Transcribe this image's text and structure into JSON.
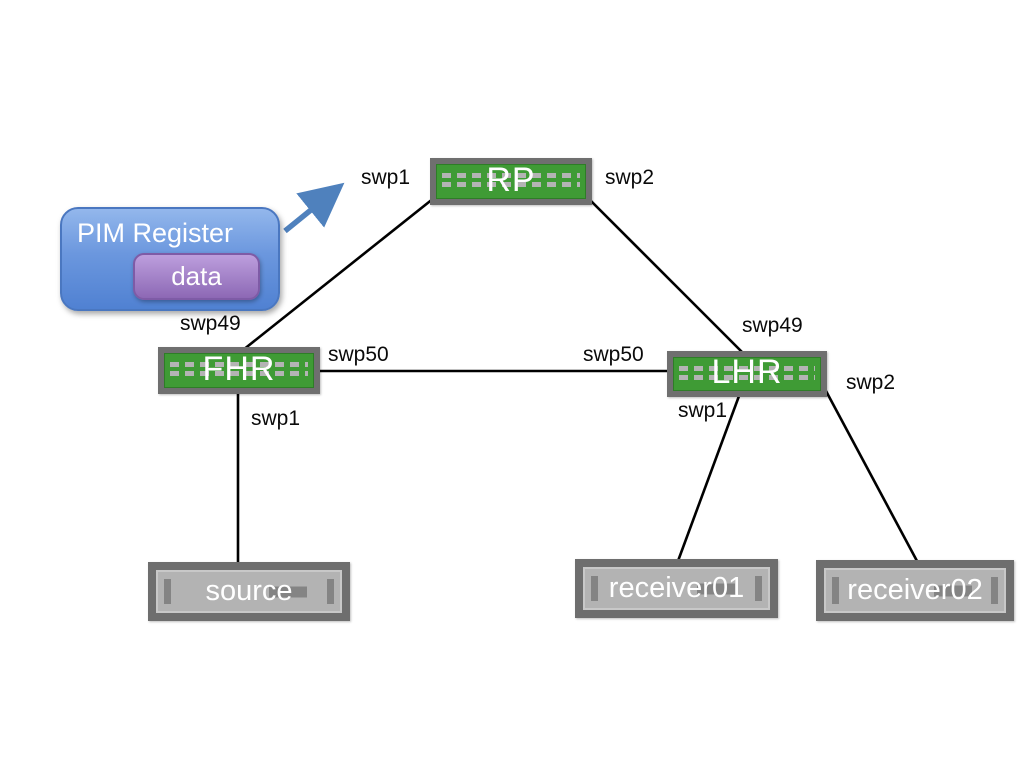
{
  "nodes": {
    "rp": {
      "label": "RP",
      "type": "switch"
    },
    "fhr": {
      "label": "FHR",
      "type": "switch"
    },
    "lhr": {
      "label": "LHR",
      "type": "switch"
    },
    "source": {
      "label": "source",
      "type": "host"
    },
    "receiver01": {
      "label": "receiver01",
      "type": "host"
    },
    "receiver02": {
      "label": "receiver02",
      "type": "host"
    }
  },
  "ports": {
    "rp_swp1": "swp1",
    "rp_swp2": "swp2",
    "fhr_swp49": "swp49",
    "fhr_swp50": "swp50",
    "fhr_swp1": "swp1",
    "lhr_swp50": "swp50",
    "lhr_swp49": "swp49",
    "lhr_swp1": "swp1",
    "lhr_swp2": "swp2"
  },
  "callout": {
    "title": "PIM Register",
    "tag": "data"
  },
  "edges": [
    {
      "from": "FHR",
      "from_port": "swp49",
      "to": "RP",
      "to_port": "swp1"
    },
    {
      "from": "RP",
      "from_port": "swp2",
      "to": "LHR",
      "to_port": "swp49"
    },
    {
      "from": "FHR",
      "from_port": "swp50",
      "to": "LHR",
      "to_port": "swp50"
    },
    {
      "from": "FHR",
      "from_port": "swp1",
      "to": "source",
      "to_port": ""
    },
    {
      "from": "LHR",
      "from_port": "swp1",
      "to": "receiver01",
      "to_port": ""
    },
    {
      "from": "LHR",
      "from_port": "swp2",
      "to": "receiver02",
      "to_port": ""
    }
  ],
  "colors": {
    "switch_green": "#3f9b35",
    "frame_gray": "#6f6f6f",
    "dash_gray": "#b4b4b4",
    "host_frame": "#6e6e6e",
    "host_panel": "#b3b3b3",
    "host_accent": "#848484",
    "callout_blue": "#5787d6",
    "tag_purple": "#9673bd",
    "arrow_blue": "#4f81bd",
    "wire_black": "#000000"
  }
}
